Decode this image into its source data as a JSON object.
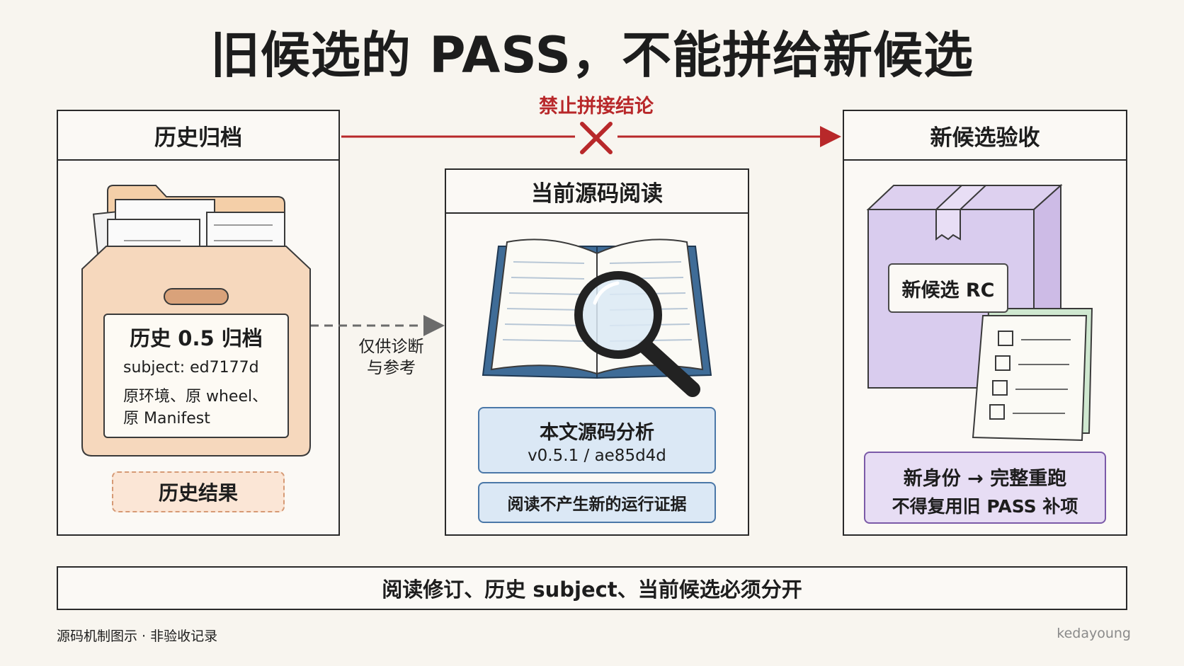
{
  "title": "旧候选的 PASS，不能拼给新候选",
  "connector": {
    "ban_label": "禁止拼接结论",
    "reference_note_line1": "仅供诊断",
    "reference_note_line2": "与参考"
  },
  "history_panel": {
    "heading": "历史归档",
    "archive_title": "历史 0.5 归档",
    "subject": "subject: ed7177d",
    "details": "原环境、原 wheel、\n原 Manifest",
    "result_badge": "历史结果"
  },
  "source_panel": {
    "heading": "当前源码阅读",
    "analysis_title": "本文源码分析",
    "analysis_version": "v0.5.1 / ae85d4d",
    "no_evidence": "阅读不产生新的运行证据"
  },
  "acceptance_panel": {
    "heading": "新候选验收",
    "rc_label": "新候选 RC",
    "rerun_line1": "新身份 → 完整重跑",
    "rerun_line2": "不得复用旧 PASS 补项"
  },
  "bottom_banner": "阅读修订、历史 subject、当前候选必须分开",
  "footer": {
    "left": "源码机制图示 · 非验收记录",
    "right": "kedayoung"
  },
  "colors": {
    "ban_red": "#b8282a",
    "archive_peach": "#f6d8bd",
    "source_blue": "#dbe8f5",
    "candidate_purple": "#e7ddf4"
  }
}
